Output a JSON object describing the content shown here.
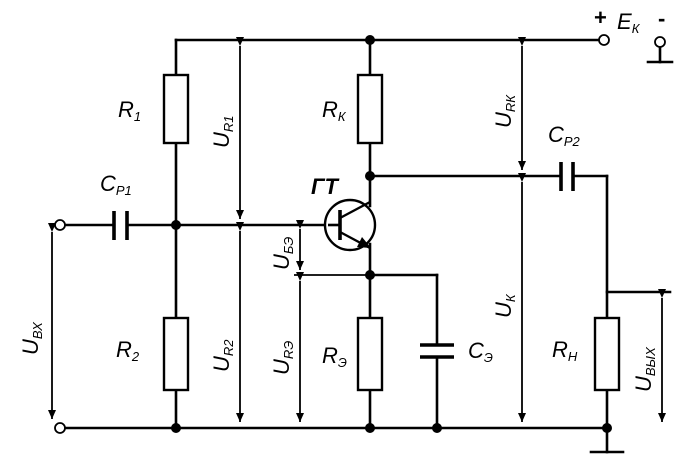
{
  "supply": {
    "plus": "+",
    "name": "E",
    "sub": "К",
    "minus": "-"
  },
  "components": {
    "r1": {
      "name": "R",
      "sub": "1"
    },
    "r2": {
      "name": "R",
      "sub": "2"
    },
    "rk": {
      "name": "R",
      "sub": "К"
    },
    "re": {
      "name": "R",
      "sub": "Э"
    },
    "rn": {
      "name": "R",
      "sub": "Н"
    },
    "cp1": {
      "name": "C",
      "sub": "Р1"
    },
    "cp2": {
      "name": "C",
      "sub": "Р2"
    },
    "ce": {
      "name": "C",
      "sub": "Э"
    },
    "transistor": {
      "name": "ГТ"
    }
  },
  "voltages": {
    "u_vx": {
      "name": "U",
      "sub": "ВХ"
    },
    "u_r1": {
      "name": "U",
      "sub": "R1"
    },
    "u_r2": {
      "name": "U",
      "sub": "R2"
    },
    "u_be": {
      "name": "U",
      "sub": "БЭ"
    },
    "u_re": {
      "name": "U",
      "sub": "RЭ"
    },
    "u_rk": {
      "name": "U",
      "sub": "RК"
    },
    "u_k": {
      "name": "U",
      "sub": "К"
    },
    "u_vyx": {
      "name": "U",
      "sub": "ВЫХ"
    }
  }
}
